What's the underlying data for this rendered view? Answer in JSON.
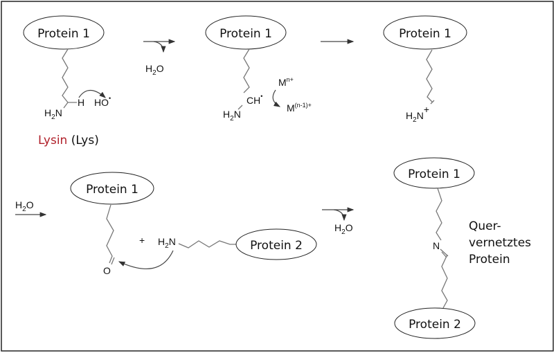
{
  "proteins": {
    "p1": "Protein 1",
    "p2": "Protein 2"
  },
  "lysine": {
    "name": "Lysin",
    "abbr": "(Lys)"
  },
  "chem": {
    "H": "H",
    "two": "2",
    "N": "N",
    "O": "O",
    "HO": "HO",
    "CH": "CH",
    "M": "M",
    "n_plus": "n+",
    "n_minus_1_plus": "(n-1)+",
    "charge_plus": "+",
    "plus": "+",
    "radical": "•"
  },
  "product_label": [
    "Quer-",
    "vernetztes",
    "Protein"
  ],
  "colors": {
    "lysine_name": "#b0202a",
    "frame": "#222222",
    "bond": "#777777"
  }
}
